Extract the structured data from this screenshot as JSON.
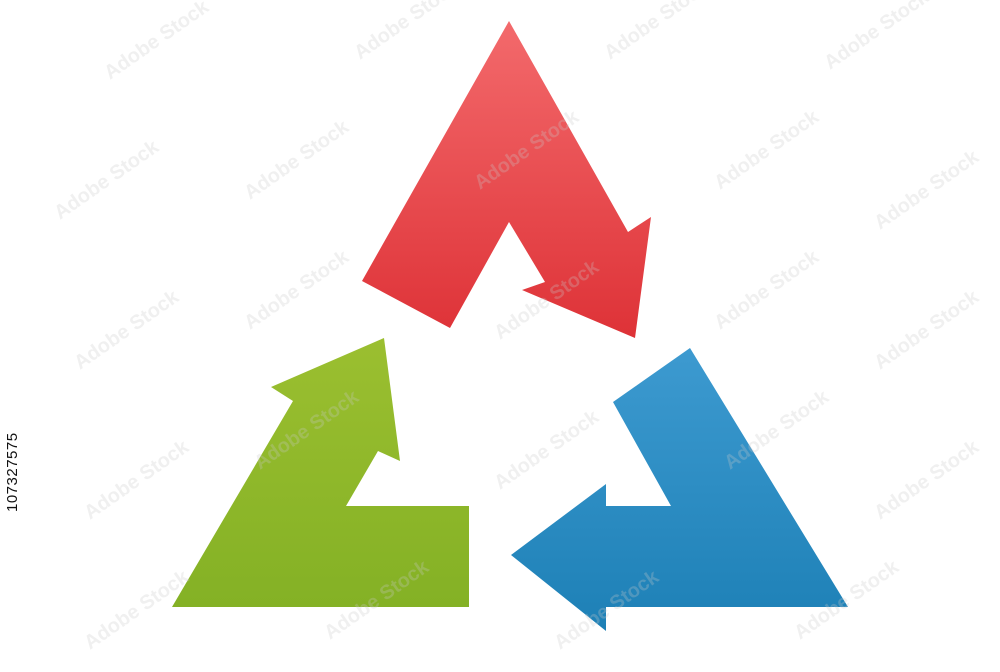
{
  "colors": {
    "background": "#ffffff",
    "red_top": "#f36a6c",
    "red_bottom": "#de3237",
    "green_top": "#9bbf30",
    "green_bottom": "#84b125",
    "blue_top": "#3d9ad0",
    "blue_bottom": "#1d80b6"
  },
  "graphic": {
    "icon": "three-arrow-cycle-icon",
    "arrows": [
      {
        "name": "red-arrow-icon",
        "color": "red"
      },
      {
        "name": "blue-arrow-icon",
        "color": "blue"
      },
      {
        "name": "green-arrow-icon",
        "color": "green"
      }
    ]
  },
  "watermark": {
    "text": "Adobe Stock"
  },
  "stock_id": "107327575"
}
